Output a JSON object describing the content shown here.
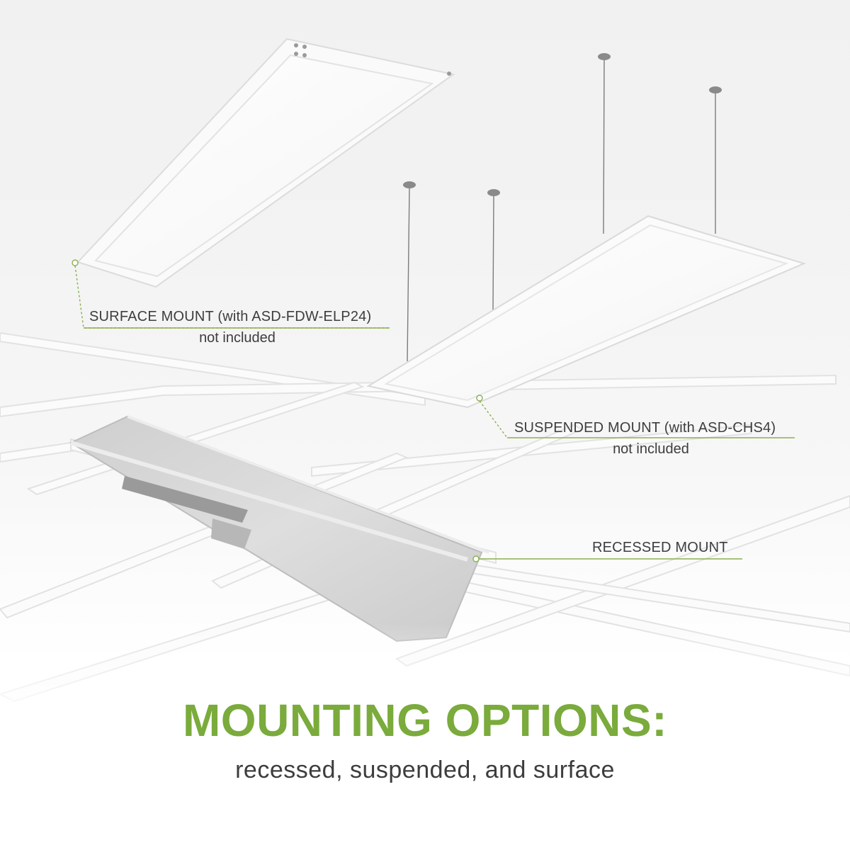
{
  "callouts": {
    "surface": {
      "label": "SURFACE MOUNT (with ASD-FDW-ELP24)",
      "note": "not included"
    },
    "suspended": {
      "label": "SUSPENDED MOUNT (with ASD-CHS4)",
      "note": "not included"
    },
    "recessed": {
      "label": "RECESSED MOUNT"
    }
  },
  "headline": "MOUNTING OPTIONS:",
  "subline": "recessed, suspended, and surface",
  "colors": {
    "accent": "#7aab3c",
    "text": "#3d3d3d",
    "ceiling": "#f1f1f1",
    "frame": "#ffffff"
  }
}
